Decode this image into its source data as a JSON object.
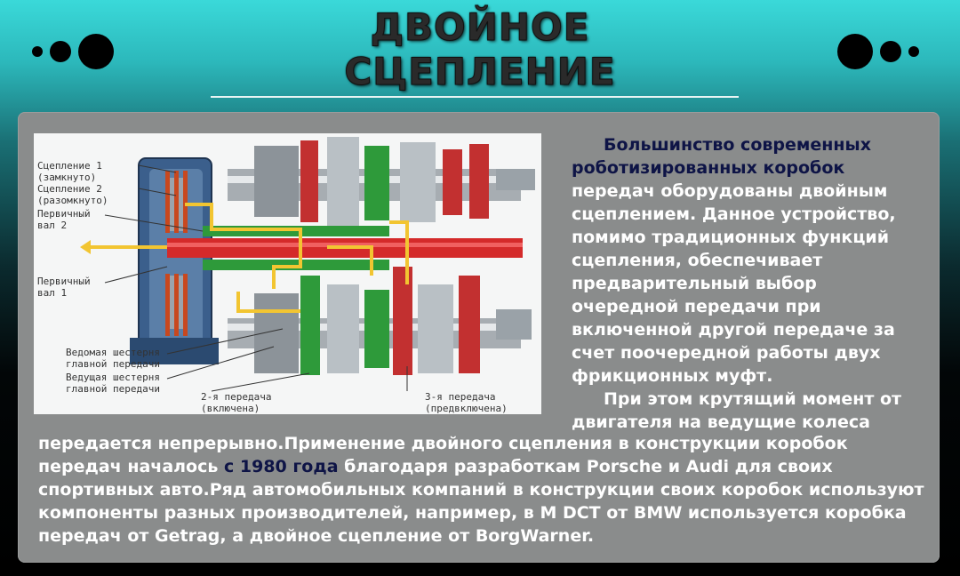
{
  "title": {
    "line1": "ДВОЙНОЕ",
    "line2": "СЦЕПЛЕНИЕ"
  },
  "figure_labels": {
    "clutch1": "Сцепление 1\n(замкнуто)",
    "clutch2": "Сцепление 2\n(разомкнуто)",
    "shaft2": "Первичный\nвал 2",
    "shaft1": "Первичный\nвал 1",
    "driven_gear": "Ведомая шестерня\nглавной передачи",
    "drive_gear": "Ведущая шестерня\nглавной передачи",
    "gear2": "2-я передача\n(включена)",
    "gear3": "3-я передача\n(предвключена)"
  },
  "body": {
    "p1_dark": "Большинство современных роботизированных коробок",
    "p1_rest": " передач оборудованы двойным сцеплением. Данное устройство, помимо традиционных функций сцепления, обеспечивает предварительный выбор очередной передачи при включенной другой передаче за счет поочередной работы двух фрикционных муфт.",
    "p2_a": "При этом крутящий момент от двигателя на ведущие колеса",
    "p2_b": "передается непрерывно.Применение двойного сцепления в конструкции коробок передач началось ",
    "p2_dark": "с 1980 года",
    "p2_c": " благодаря разработкам Porsche и Audi для своих спортивных авто.Ряд автомобильных компаний в конструкции своих коробок используют компоненты разных производителей, например, в M DCT от BMW используется коробка передач от Getrag, а двойное сцепление от BorgWarner."
  },
  "colors": {
    "panel": "#8a8c8c",
    "dark_text": "#0e1446",
    "shaft_red": "#d42a2a",
    "gear_green": "#2e9a3a"
  }
}
